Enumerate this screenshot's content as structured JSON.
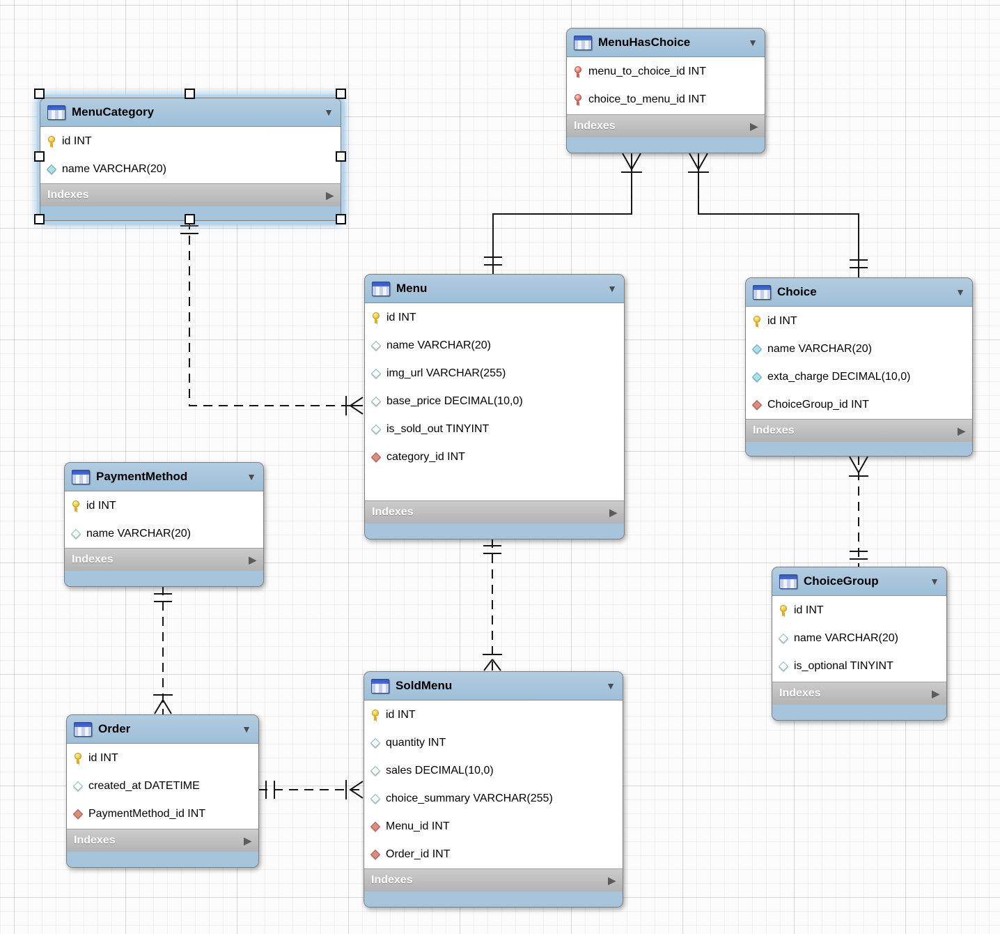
{
  "diagram": {
    "tool": "EER diagram canvas",
    "indexes_label": "Indexes",
    "caret_glyph": "▼",
    "indexes_arrow_glyph": "▶",
    "selected_table": "MenuCategory",
    "colors": {
      "table_header_blue": "#a6c4dc",
      "indexes_bar_gray": "#bfbfbf",
      "primary_key_yellow": "#ecba24",
      "foreign_key_red": "#dd8d80",
      "attribute_cyan": "#a9e2ec",
      "selection_glow": "#b2d4ee",
      "line_black": "#161616"
    },
    "tables": [
      {
        "name": "MenuCategory",
        "selected": true,
        "columns": [
          {
            "icon": "primary-key-icon",
            "text": "id INT"
          },
          {
            "icon": "attribute-notnull-icon",
            "text": "name VARCHAR(20)"
          }
        ]
      },
      {
        "name": "MenuHasChoice",
        "selected": false,
        "columns": [
          {
            "icon": "foreign-primary-key-icon",
            "text": "menu_to_choice_id INT"
          },
          {
            "icon": "foreign-primary-key-icon",
            "text": "choice_to_menu_id INT"
          }
        ]
      },
      {
        "name": "Menu",
        "selected": false,
        "columns": [
          {
            "icon": "primary-key-icon",
            "text": "id INT"
          },
          {
            "icon": "attribute-nullable-icon",
            "text": "name VARCHAR(20)"
          },
          {
            "icon": "attribute-nullable-icon",
            "text": "img_url VARCHAR(255)"
          },
          {
            "icon": "attribute-nullable-icon",
            "text": "base_price DECIMAL(10,0)"
          },
          {
            "icon": "attribute-nullable-icon",
            "text": "is_sold_out TINYINT"
          },
          {
            "icon": "foreign-key-icon",
            "text": "category_id INT"
          }
        ]
      },
      {
        "name": "Choice",
        "selected": false,
        "columns": [
          {
            "icon": "primary-key-icon",
            "text": "id INT"
          },
          {
            "icon": "attribute-notnull-icon",
            "text": "name VARCHAR(20)"
          },
          {
            "icon": "attribute-notnull-icon",
            "text": "exta_charge DECIMAL(10,0)"
          },
          {
            "icon": "foreign-key-icon",
            "text": "ChoiceGroup_id INT"
          }
        ]
      },
      {
        "name": "PaymentMethod",
        "selected": false,
        "columns": [
          {
            "icon": "primary-key-icon",
            "text": "id INT"
          },
          {
            "icon": "attribute-nullable-icon",
            "text": "name VARCHAR(20)"
          }
        ]
      },
      {
        "name": "ChoiceGroup",
        "selected": false,
        "columns": [
          {
            "icon": "primary-key-icon",
            "text": "id INT"
          },
          {
            "icon": "attribute-nullable-icon",
            "text": "name VARCHAR(20)"
          },
          {
            "icon": "attribute-nullable-icon",
            "text": "is_optional TINYINT"
          }
        ]
      },
      {
        "name": "Order",
        "selected": false,
        "columns": [
          {
            "icon": "primary-key-icon",
            "text": "id INT"
          },
          {
            "icon": "attribute-nullable-icon",
            "text": "created_at DATETIME"
          },
          {
            "icon": "foreign-key-icon",
            "text": "PaymentMethod_id INT"
          }
        ]
      },
      {
        "name": "SoldMenu",
        "selected": false,
        "columns": [
          {
            "icon": "primary-key-icon",
            "text": "id INT"
          },
          {
            "icon": "attribute-nullable-icon",
            "text": "quantity INT"
          },
          {
            "icon": "attribute-nullable-icon",
            "text": "sales DECIMAL(10,0)"
          },
          {
            "icon": "attribute-nullable-icon",
            "text": "choice_summary VARCHAR(255)"
          },
          {
            "icon": "foreign-key-icon",
            "text": "Menu_id INT"
          },
          {
            "icon": "foreign-key-icon",
            "text": "Order_id INT"
          }
        ]
      }
    ],
    "relationships": [
      {
        "from": "Menu",
        "to": "MenuHasChoice",
        "line_style": "solid",
        "type": "identifying",
        "from_end": "one-and-only-one",
        "to_end": "one-or-many"
      },
      {
        "from": "Choice",
        "to": "MenuHasChoice",
        "line_style": "solid",
        "type": "identifying",
        "from_end": "one-and-only-one",
        "to_end": "one-or-many"
      },
      {
        "from": "MenuCategory",
        "to": "Menu",
        "line_style": "dashed",
        "type": "non-identifying",
        "from_end": "one-and-only-one",
        "to_end": "many"
      },
      {
        "from": "ChoiceGroup",
        "to": "Choice",
        "line_style": "dashed",
        "type": "non-identifying",
        "from_end": "one-and-only-one",
        "to_end": "one-or-many"
      },
      {
        "from": "PaymentMethod",
        "to": "Order",
        "line_style": "dashed",
        "type": "non-identifying",
        "from_end": "one-and-only-one",
        "to_end": "one-or-many"
      },
      {
        "from": "Menu",
        "to": "SoldMenu",
        "line_style": "dashed",
        "type": "non-identifying",
        "from_end": "one-and-only-one",
        "to_end": "one-or-many"
      },
      {
        "from": "Order",
        "to": "SoldMenu",
        "line_style": "dashed",
        "type": "non-identifying",
        "from_end": "one-and-only-one",
        "to_end": "many"
      }
    ]
  }
}
